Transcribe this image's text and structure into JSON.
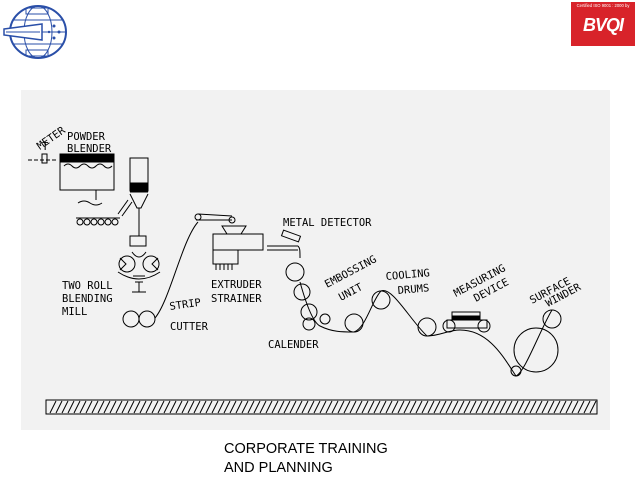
{
  "logo_left": {
    "icon": "brand-globe-logo-icon",
    "colors": {
      "line": "#2a4fa8"
    }
  },
  "logo_right": {
    "certification": "Certified ISO 9001 : 2000 by",
    "brand": "BVQI",
    "colors": {
      "background": "#d8232a",
      "text": "#ffffff"
    }
  },
  "diagram": {
    "labels": {
      "meter": "METER",
      "powder_blender_1": "POWDER",
      "powder_blender_2": "BLENDER",
      "two_roll_1": "TWO ROLL",
      "two_roll_2": "BLENDING",
      "two_roll_3": "MILL",
      "strip": "STRIP",
      "cutter": "CUTTER",
      "extruder": "EXTRUDER",
      "strainer": "STRAINER",
      "metal_detector": "METAL DETECTOR",
      "calender": "CALENDER",
      "embossing_1": "EMBOSSING",
      "embossing_2": "UNIT",
      "cooling_1": "COOLING",
      "cooling_2": "DRUMS",
      "measuring_1": "MEASURING",
      "measuring_2": "DEVICE",
      "surface_1": "SURFACE",
      "surface_2": "WINDER"
    }
  },
  "footer": {
    "line1": "CORPORATE TRAINING",
    "line2": "AND PLANNING"
  }
}
